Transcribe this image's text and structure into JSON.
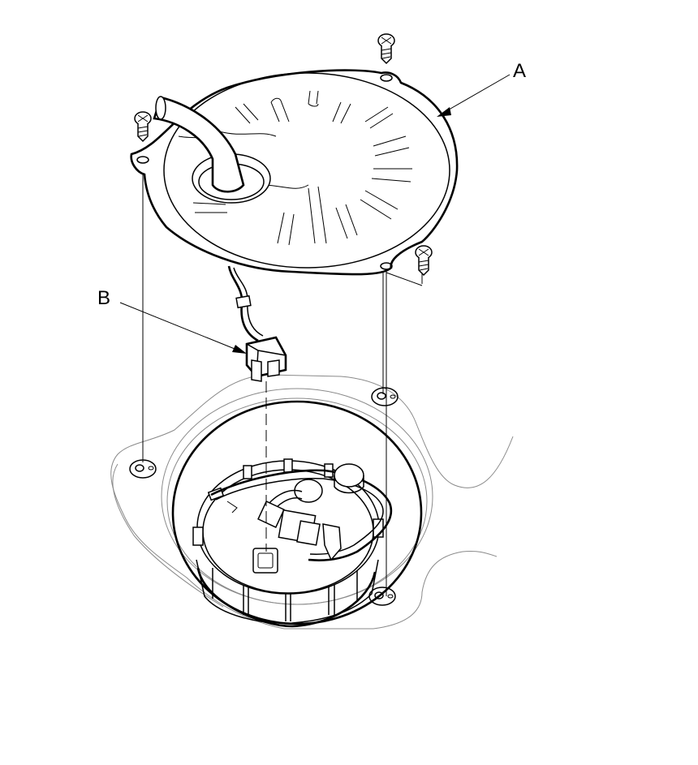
{
  "callouts": {
    "a": {
      "label": "A",
      "part": "access-panel-cover"
    },
    "b": {
      "label": "B",
      "part": "fuel-pump-connector"
    }
  },
  "colors": {
    "line": "#000000",
    "floor_outline": "#8a8a8a",
    "background": "#ffffff"
  }
}
